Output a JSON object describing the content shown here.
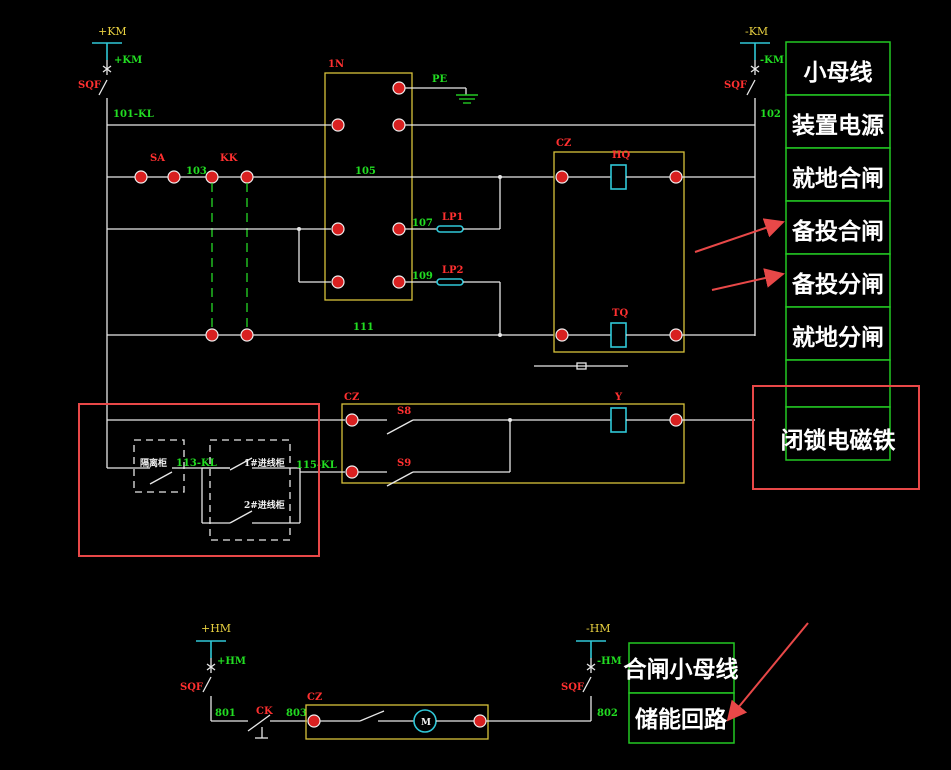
{
  "labels": {
    "pos_km": "+KM",
    "neg_km": "-KM",
    "qf_left": "SQF",
    "qf_right": "SQF",
    "km_small_left": "+KM",
    "km_small_right": "-KM",
    "w101": "101-KL",
    "w102": "102",
    "box_1n": "1N",
    "pe": "PE",
    "sa": "SA",
    "w103": "103",
    "kk": "KK",
    "w105": "105",
    "w107": "107",
    "lp1": "LP1",
    "w109": "109",
    "lp2": "LP2",
    "w111": "111",
    "cz": "CZ",
    "hq": "HQ",
    "tq": "TQ",
    "ss8": "S8",
    "ss9": "S9",
    "y": "Y",
    "door_switch": "隔离柜",
    "w113": "113-KL",
    "first_gate": "1#进线柜",
    "second_gate": "2#进线柜",
    "w115": "115-KL",
    "bot_pos_hm": "+HM",
    "bot_neg_hm": "-HM",
    "bot_hm_small_left": "+HM",
    "bot_hm_small_right": "-HM",
    "bot_qf_left": "SQF",
    "bot_qf_right": "SQF",
    "w801": "801",
    "ck": "CK",
    "w803": "803",
    "w802": "802",
    "bot_cz": "CZ",
    "motor": "M"
  },
  "legend_top": [
    "小母线",
    "装置电源",
    "就地合闸",
    "备投合闸",
    "备投分闸",
    "就地分闸",
    "",
    "闭锁电磁铁"
  ],
  "legend_bottom": [
    "合闸小母线",
    "储能回路"
  ],
  "colors": {
    "background": "#000000",
    "wire": "#e8e8e8",
    "device_box": "#d8c23a",
    "coil": "#30c8d8",
    "label_green": "#22c822",
    "annotation_red": "#e84848"
  }
}
